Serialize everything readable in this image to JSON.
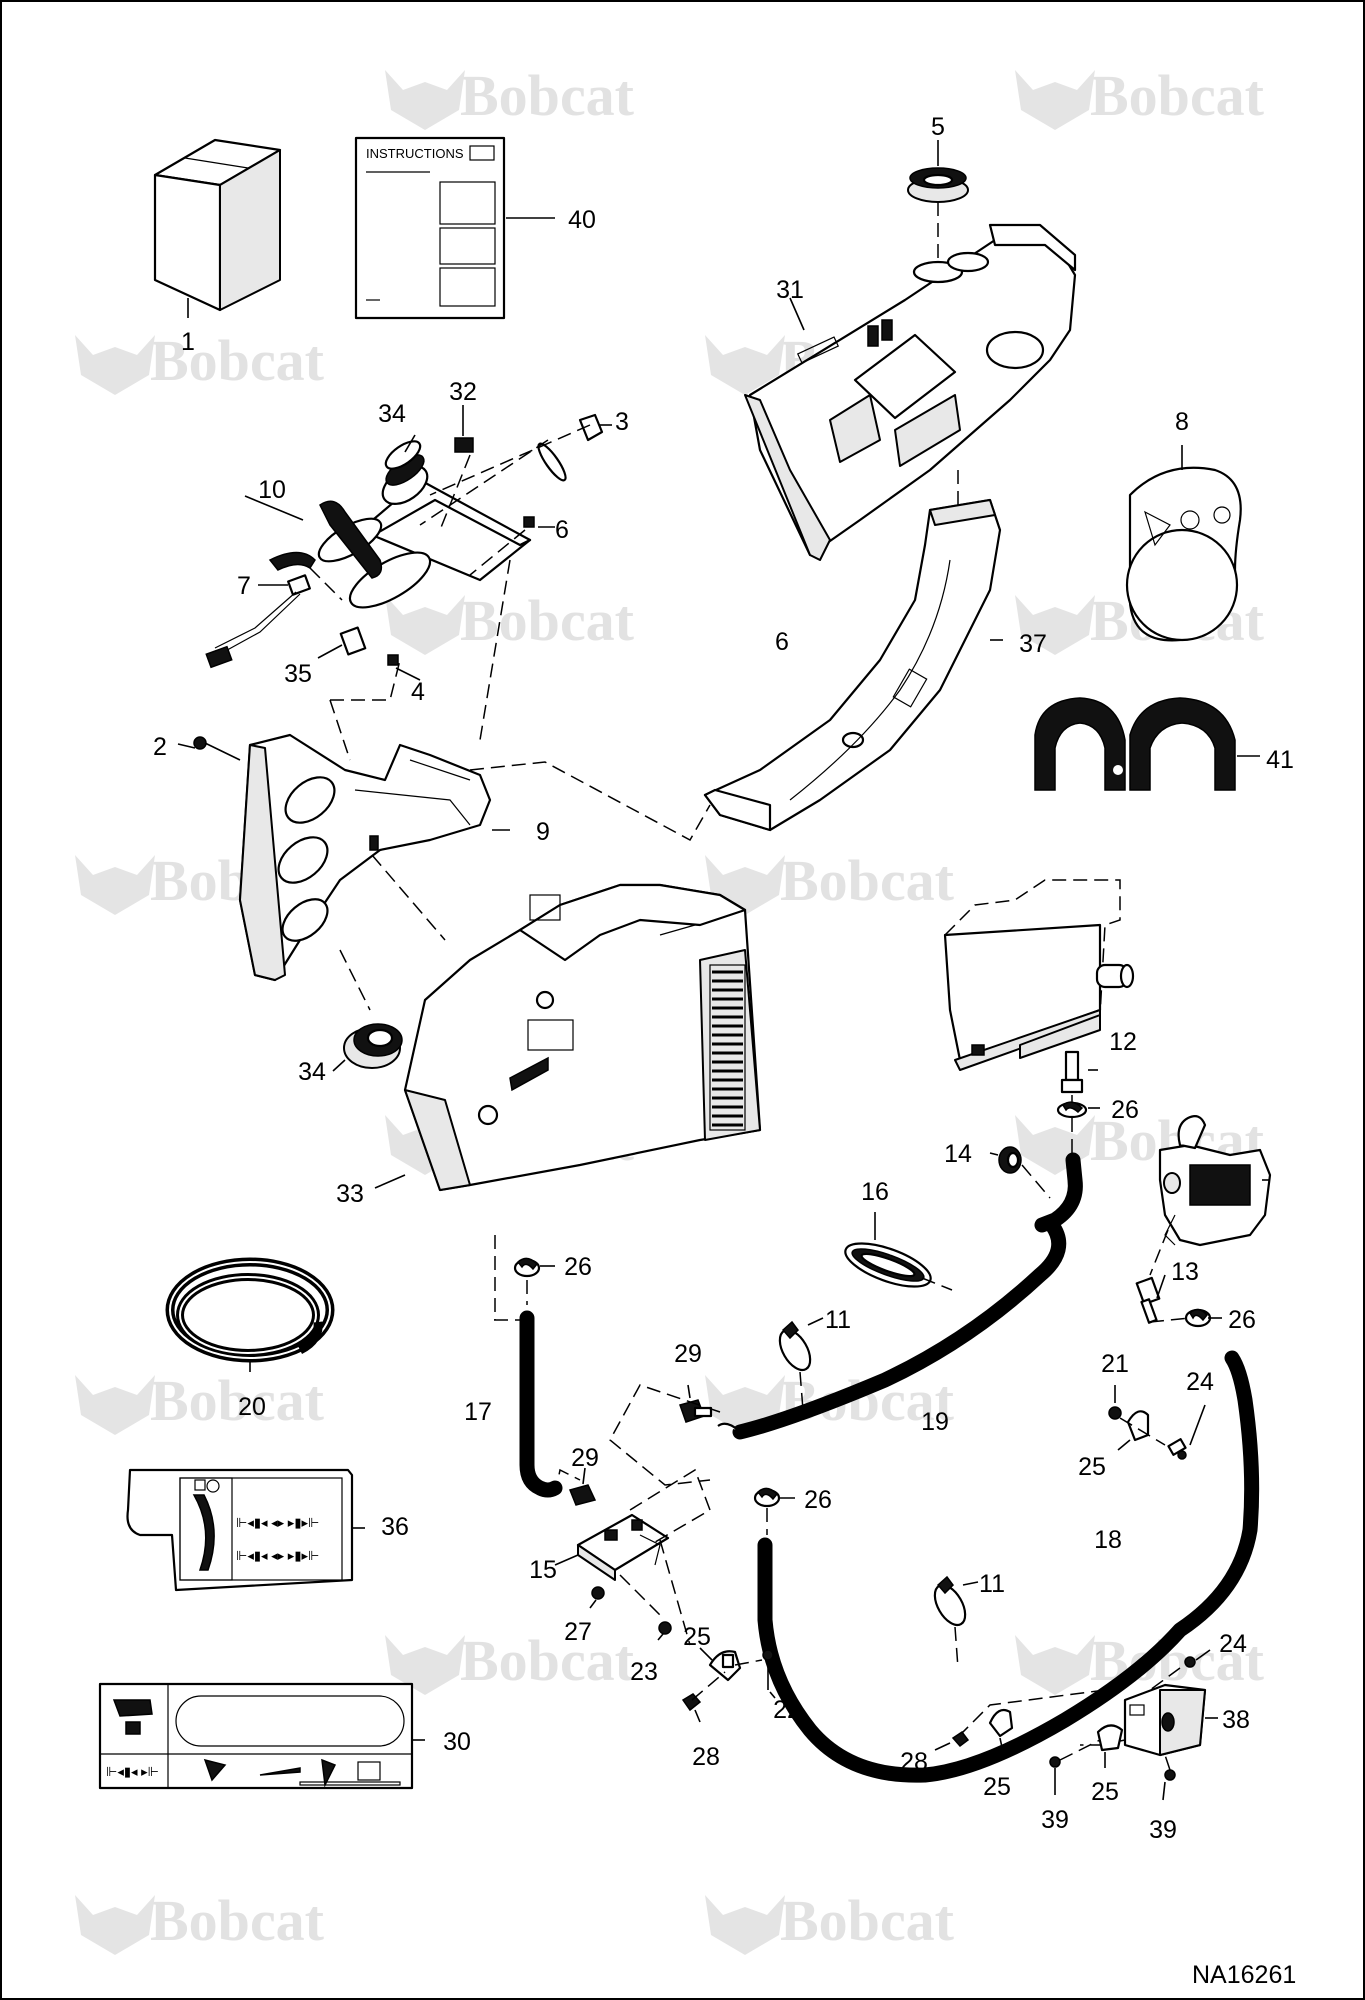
{
  "drawing_id": "NA16261",
  "watermark_text": "Bobcat",
  "instructions_title": "INSTRUCTIONS",
  "callouts": [
    "1",
    "40",
    "5",
    "31",
    "34",
    "32",
    "3",
    "10",
    "6",
    "7",
    "35",
    "4",
    "2",
    "9",
    "8",
    "6",
    "37",
    "41",
    "12",
    "26",
    "14",
    "16",
    "13",
    "26",
    "34",
    "33",
    "26",
    "20",
    "11",
    "19",
    "21",
    "24",
    "25",
    "17",
    "29",
    "29",
    "26",
    "36",
    "15",
    "27",
    "23",
    "25",
    "18",
    "11",
    "24",
    "22",
    "38",
    "30",
    "28",
    "28",
    "25",
    "39",
    "25",
    "39"
  ]
}
